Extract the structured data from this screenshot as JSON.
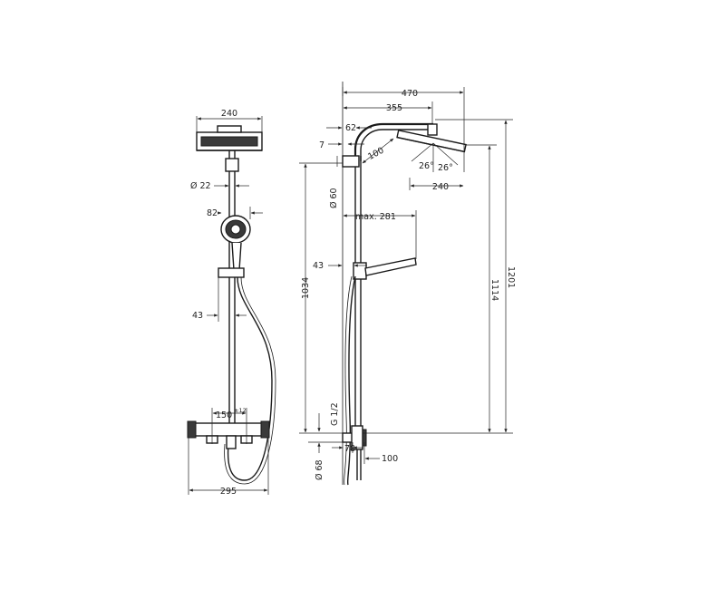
{
  "front_view": {
    "head_width": "240",
    "rail_diameter": "Ø 22",
    "handshower_width": "82",
    "slider_offset": "43",
    "mount_spacing": "150",
    "mount_tolerance": "±12",
    "mixer_width": "295"
  },
  "side_view": {
    "arm_reach": "470",
    "arm_to_head": "355",
    "top_offset": "62",
    "top_bracket": "7",
    "head_drop": "100",
    "spray_angle_left": "26°",
    "spray_angle_right": "26°",
    "head_diameter": "240",
    "wall_bracket_diameter": "Ø 60",
    "handshower_reach": "max. 281",
    "slider_offset": "43",
    "height_bracket_to_mixer": "1034",
    "height_head": "1114",
    "height_total": "1201",
    "thread": "G 1/2",
    "mixer_diameter": "Ø 68",
    "mixer_offset": "78",
    "mixer_depth": "100"
  },
  "colors": {
    "line": "#1a1a1a",
    "fill_dark": "#3a3a3a",
    "background": "#ffffff"
  }
}
